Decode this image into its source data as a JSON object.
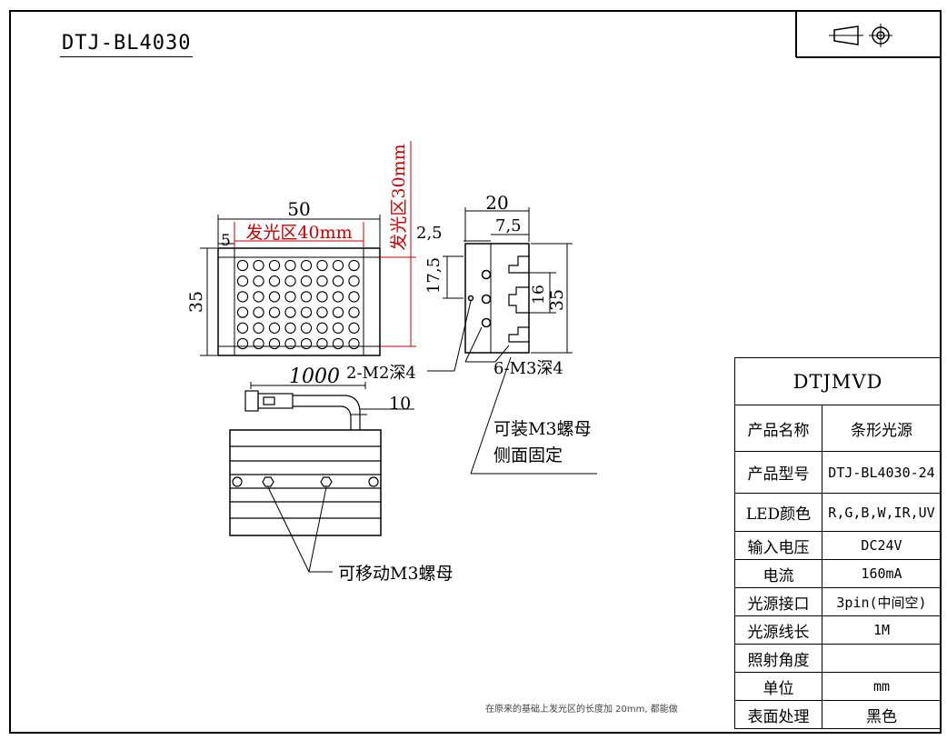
{
  "title": "DTJ-BL4030",
  "front_view": {
    "width_total": "50",
    "emitting_length": "发光区40mm",
    "edge_offset": "5",
    "height": "35",
    "emitting_height": "发光区30mm"
  },
  "side_view": {
    "width": "20",
    "offset_a": "2,5",
    "offset_b": "7,5",
    "hole_spacing": "17,5",
    "inner": "16",
    "height": "35",
    "note_m2": "2-M2深4",
    "note_m3": "6-M3深4",
    "side_mount": [
      "可装M3螺母",
      "侧面固定"
    ]
  },
  "bottom_view": {
    "cable_length": "1000",
    "cable_offset": "10",
    "nut_note": "可移动M3螺母"
  },
  "spec_table": {
    "brand": "DTJMVD",
    "rows": [
      {
        "label": "产品名称",
        "value": "条形光源"
      },
      {
        "label": "产品型号",
        "value": "DTJ-BL4030-24"
      },
      {
        "label": "LED颜色",
        "value": "R,G,B,W,IR,UV"
      },
      {
        "label": "输入电压",
        "value": "DC24V"
      },
      {
        "label": "电流",
        "value": "160mA"
      },
      {
        "label": "光源接口",
        "value": "3pin(中间空)"
      },
      {
        "label": "光源线长",
        "value": "1M"
      },
      {
        "label": "照射角度",
        "value": ""
      },
      {
        "label": "单位",
        "value": "mm"
      },
      {
        "label": "表面处理",
        "value": "黑色"
      }
    ]
  },
  "footnote": "在原来的基础上发光区的长度加 20mm, 都能做",
  "colors": {
    "line": "#000000",
    "highlight": "#cc0000"
  }
}
